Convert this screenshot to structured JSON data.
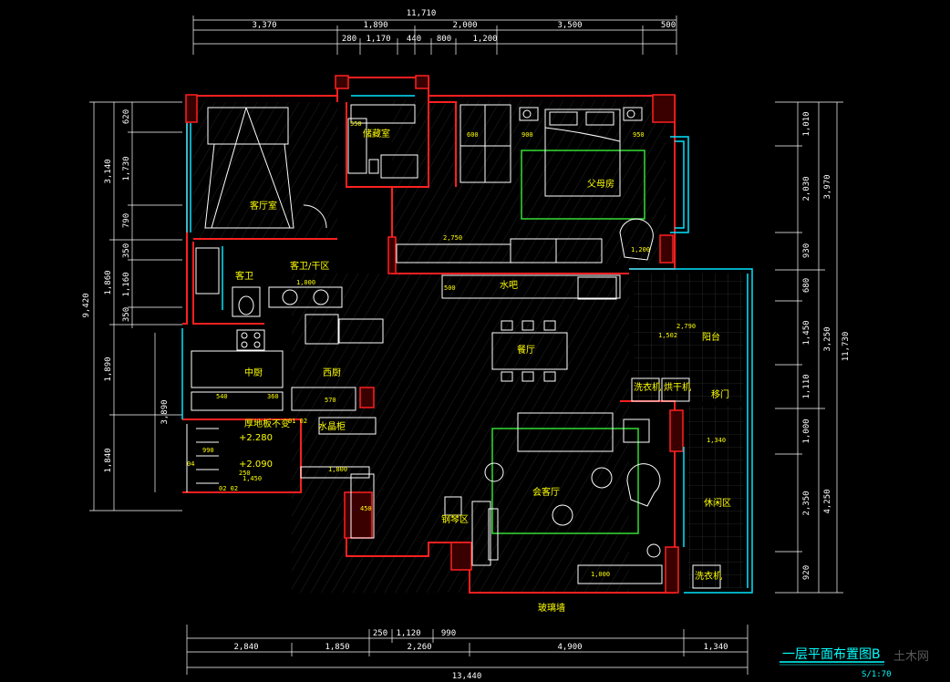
{
  "plan": {
    "title": "一层平面布置图B",
    "scale": "S/1:70",
    "watermark": "土木网"
  },
  "dims": {
    "top_total": "11,710",
    "top_segments": [
      "3,370",
      "1,890",
      "2,000",
      "3,500",
      "500"
    ],
    "top_sub": [
      "280",
      "1,170",
      "440",
      "800",
      "1,200"
    ],
    "bottom_total": "13,440",
    "bottom_segments": [
      "2,840",
      "1,850",
      "2,260",
      "4,900",
      "1,340"
    ],
    "bottom_sub": [
      "250",
      "1,120",
      "990"
    ],
    "left_total": "9,420",
    "left_outer": [
      "3,140",
      "1,860",
      "1,890",
      "1,840"
    ],
    "left_inner": [
      "620",
      "1,730",
      "790",
      "350",
      "1,160",
      "350"
    ],
    "left_side": "3,890",
    "right_total": "11,730",
    "right_outer": [
      "3,970",
      "3,250",
      "4,250"
    ],
    "right_inner": [
      "1,010",
      "2,030",
      "930",
      "680",
      "1,450",
      "1,110",
      "1,000",
      "2,350",
      "920"
    ]
  },
  "rooms": {
    "guest_bedroom": "客厅室",
    "master_bedroom": "父母房",
    "guest_bath": "客卫",
    "guest_wet": "客卫/干区",
    "kitchen": "中厨",
    "western_kitchen": "西厨",
    "dining": "餐厅",
    "balcony": "阳台",
    "laundry": "洗衣机",
    "dryer": "烘干机",
    "sliding_door": "移门",
    "living": "会客厅",
    "leisure": "休闲区",
    "water_bar": "水吧",
    "wine_cabinet": "水晶柜",
    "piano": "钢琴区",
    "stair": "厚地板不变",
    "laundry2": "洗衣机",
    "shower_wall": "玻璃墙",
    "cabinet": "储藏室"
  },
  "levels": {
    "level_1": "+2.280",
    "level_2": "+2.090"
  },
  "labels": {
    "l_1000": "1,000",
    "l_2750": "2,750",
    "l_1200": "1,200",
    "l_1000b": "1,000",
    "l_1800": "1,800",
    "l_1340": "1,340",
    "l_2790": "2,790",
    "l_1450": "1,450",
    "l_1000c": "1,000",
    "l_600": "600",
    "l_550": "550",
    "l_500": "500",
    "l_900": "900",
    "l_950": "950",
    "l_990": "990",
    "l_250": "250",
    "l_04": "04",
    "l_02": "02 02",
    "l_01": "01 02",
    "l_540": "540",
    "l_570": "570",
    "l_450": "450",
    "l_360": "360",
    "l_1502": "1,502"
  }
}
